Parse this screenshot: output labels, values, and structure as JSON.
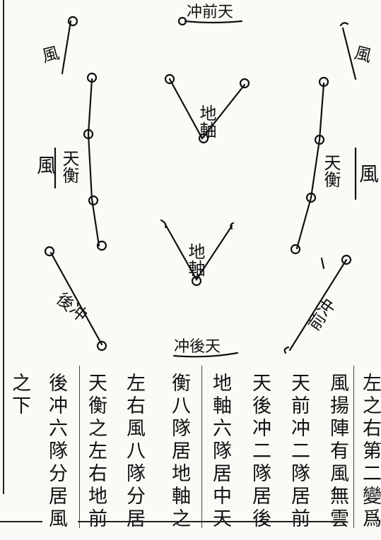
{
  "diagram": {
    "top_label": "冲前天",
    "bottom_label": "冲後天",
    "wind_labels": [
      "風",
      "風",
      "風",
      "風"
    ],
    "tianheng_labels": [
      "天衡",
      "天衡"
    ],
    "dizhou_labels": [
      "地軸",
      "地軸"
    ],
    "back_chong_label": "後冲",
    "front_chong_label": "前冲"
  },
  "text_columns": [
    "左之右第二變爲",
    "風揚陣有風無雲",
    "天前冲二隊居前",
    "天後冲二隊居後",
    "地軸六隊居中天",
    "衡八隊居地軸之",
    "左右風八隊分居",
    "天衡之左右地前",
    "後冲六隊分居風",
    "之下"
  ]
}
